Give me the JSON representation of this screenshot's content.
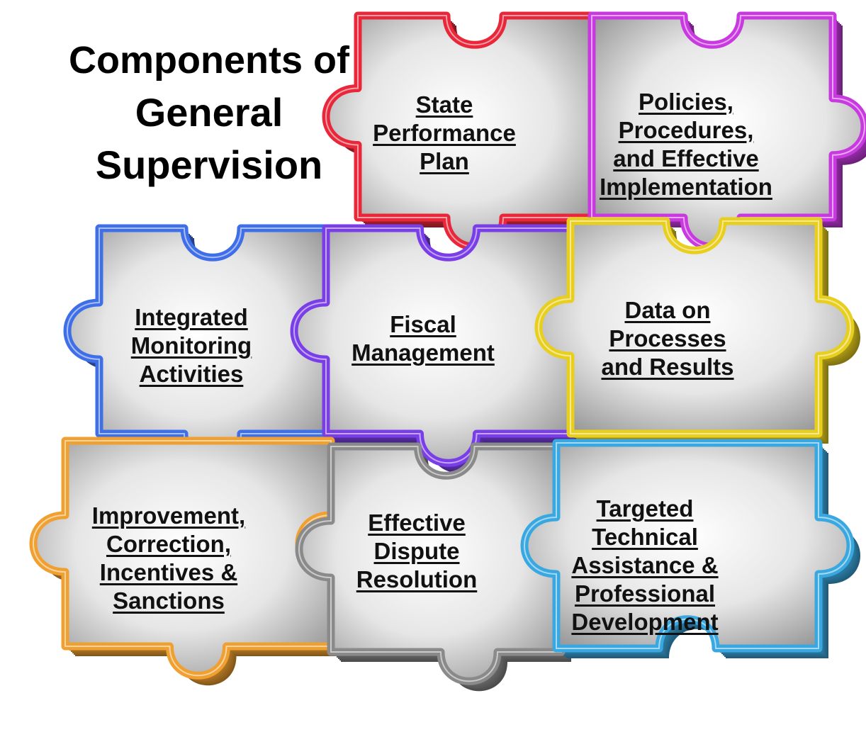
{
  "title": {
    "lines": [
      "Components of",
      "General",
      "Supervision"
    ]
  },
  "pieces": [
    {
      "id": "state-performance-plan",
      "border": "#e8283a",
      "lines": [
        "State",
        "Performance",
        "Plan"
      ]
    },
    {
      "id": "policies-procedures",
      "border": "#c83ae0",
      "lines": [
        "Policies,",
        "Procedures,",
        "and Effective",
        "Implementation"
      ]
    },
    {
      "id": "integrated-monitoring",
      "border": "#3f6fe8",
      "lines": [
        "Integrated",
        "Monitoring",
        "Activities"
      ]
    },
    {
      "id": "fiscal-management",
      "border": "#7a3ee8",
      "lines": [
        "Fiscal",
        "Management"
      ]
    },
    {
      "id": "data-on-processes",
      "border": "#e8cf1e",
      "lines": [
        "Data on",
        "Processes",
        "and Results"
      ]
    },
    {
      "id": "improvement-correction",
      "border": "#f0a030",
      "lines": [
        "Improvement,",
        "Correction,",
        "Incentives &",
        "Sanctions"
      ]
    },
    {
      "id": "effective-dispute",
      "border": "#8a8a8a",
      "lines": [
        "Effective",
        "Dispute",
        "Resolution"
      ]
    },
    {
      "id": "targeted-technical",
      "border": "#3aa8e0",
      "lines": [
        "Targeted",
        "Technical",
        "Assistance &",
        "Professional",
        "Development"
      ]
    }
  ]
}
